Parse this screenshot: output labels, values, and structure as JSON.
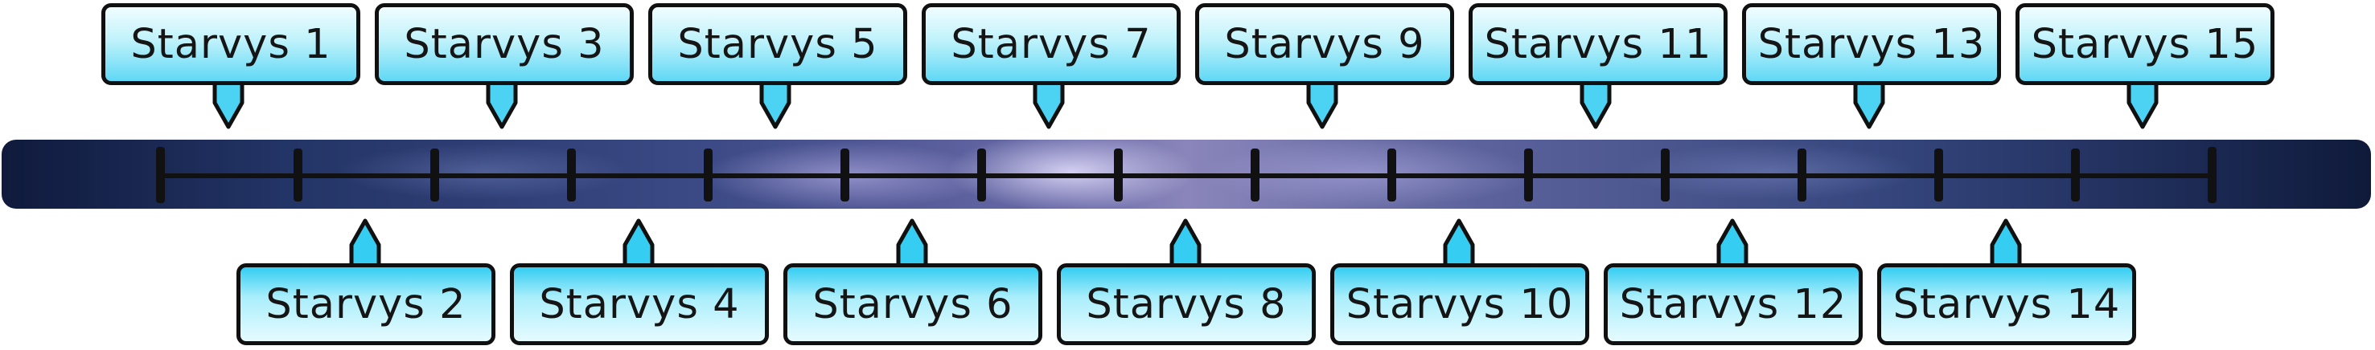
{
  "timeline": {
    "top_labels": [
      "Starvys 1",
      "Starvys 3",
      "Starvys 5",
      "Starvys 7",
      "Starvys 9",
      "Starvys 11",
      "Starvys 13",
      "Starvys 15"
    ],
    "bottom_labels": [
      "Starvys 2",
      "Starvys 4",
      "Starvys 6",
      "Starvys 8",
      "Starvys 10",
      "Starvys 12",
      "Starvys 14"
    ],
    "tick_count": 16
  },
  "colors": {
    "callout_outline": "#101010",
    "callout_fill_light": "#f1fdff",
    "callout_fill_cyan": "#5fd8f5",
    "timeline_line": "#111111",
    "band_dark": "#0f1a3c",
    "band_light": "#8a86bb"
  }
}
